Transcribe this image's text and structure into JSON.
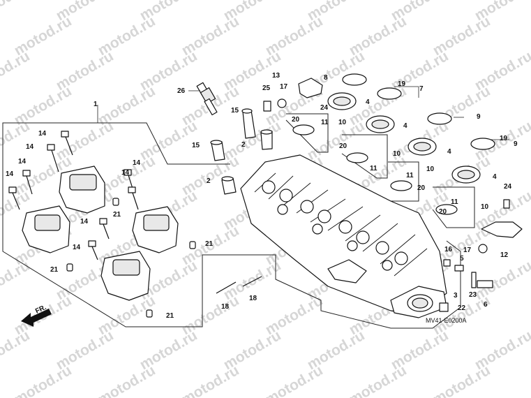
{
  "watermark": {
    "text": "motod.ru",
    "color": "#d6d6d6"
  },
  "diagram": {
    "code": "MV41-E0200A",
    "direction_label": "FR.",
    "callouts": [
      {
        "id": "c1",
        "label": "1"
      },
      {
        "id": "c2a",
        "label": "2"
      },
      {
        "id": "c2b",
        "label": "2"
      },
      {
        "id": "c3",
        "label": "3"
      },
      {
        "id": "c4a",
        "label": "4"
      },
      {
        "id": "c4b",
        "label": "4"
      },
      {
        "id": "c4c",
        "label": "4"
      },
      {
        "id": "c4d",
        "label": "4"
      },
      {
        "id": "c5",
        "label": "5"
      },
      {
        "id": "c6",
        "label": "6"
      },
      {
        "id": "c7",
        "label": "7"
      },
      {
        "id": "c8",
        "label": "8"
      },
      {
        "id": "c9a",
        "label": "9"
      },
      {
        "id": "c9b",
        "label": "9"
      },
      {
        "id": "c10a",
        "label": "10"
      },
      {
        "id": "c10b",
        "label": "10"
      },
      {
        "id": "c10c",
        "label": "10"
      },
      {
        "id": "c10d",
        "label": "10"
      },
      {
        "id": "c11a",
        "label": "11"
      },
      {
        "id": "c11b",
        "label": "11"
      },
      {
        "id": "c11c",
        "label": "11"
      },
      {
        "id": "c11d",
        "label": "11"
      },
      {
        "id": "c12",
        "label": "12"
      },
      {
        "id": "c13",
        "label": "13"
      },
      {
        "id": "c14a",
        "label": "14"
      },
      {
        "id": "c14b",
        "label": "14"
      },
      {
        "id": "c14c",
        "label": "14"
      },
      {
        "id": "c14d",
        "label": "14"
      },
      {
        "id": "c14e",
        "label": "14"
      },
      {
        "id": "c14f",
        "label": "14"
      },
      {
        "id": "c14g",
        "label": "14"
      },
      {
        "id": "c14h",
        "label": "14"
      },
      {
        "id": "c15a",
        "label": "15"
      },
      {
        "id": "c15b",
        "label": "15"
      },
      {
        "id": "c16",
        "label": "16"
      },
      {
        "id": "c17a",
        "label": "17"
      },
      {
        "id": "c17b",
        "label": "17"
      },
      {
        "id": "c18a",
        "label": "18"
      },
      {
        "id": "c18b",
        "label": "18"
      },
      {
        "id": "c19a",
        "label": "19"
      },
      {
        "id": "c19b",
        "label": "19"
      },
      {
        "id": "c20a",
        "label": "20"
      },
      {
        "id": "c20b",
        "label": "20"
      },
      {
        "id": "c20c",
        "label": "20"
      },
      {
        "id": "c20d",
        "label": "20"
      },
      {
        "id": "c21a",
        "label": "21"
      },
      {
        "id": "c21b",
        "label": "21"
      },
      {
        "id": "c21c",
        "label": "21"
      },
      {
        "id": "c21d",
        "label": "21"
      },
      {
        "id": "c22",
        "label": "22"
      },
      {
        "id": "c23",
        "label": "23"
      },
      {
        "id": "c24a",
        "label": "24"
      },
      {
        "id": "c24b",
        "label": "24"
      },
      {
        "id": "c25",
        "label": "25"
      },
      {
        "id": "c26",
        "label": "26"
      }
    ]
  }
}
